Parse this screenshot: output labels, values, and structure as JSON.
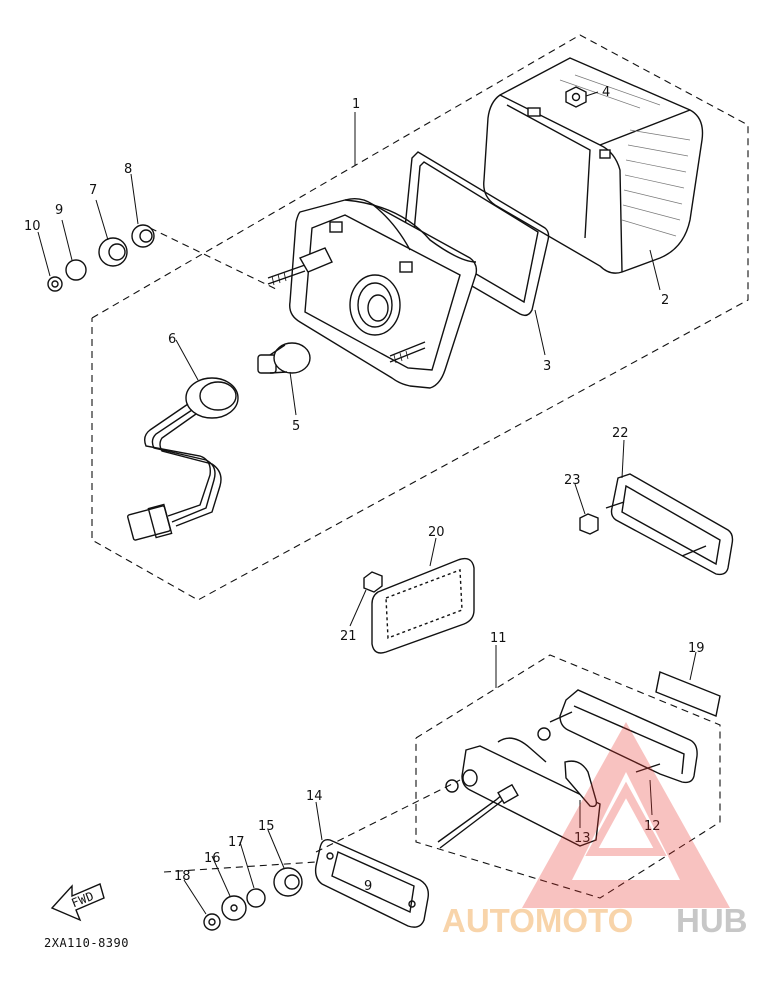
{
  "diagram": {
    "code": "2XA110-8390",
    "fwd_label": "FWD",
    "callouts": {
      "c1": "1",
      "c2": "2",
      "c3": "3",
      "c4": "4",
      "c5": "5",
      "c6": "6",
      "c7": "7",
      "c8": "8",
      "c9": "9",
      "c10": "10",
      "c11": "11",
      "c12": "12",
      "c13": "13",
      "c14": "14",
      "c15": "15",
      "c16": "16",
      "c17": "17",
      "c18": "18",
      "c19": "19",
      "c20": "20",
      "c21": "21",
      "c22": "22",
      "c23": "23"
    },
    "plate_mark": "9"
  },
  "watermark": {
    "part_a": "AUTOMOTO",
    "part_b": "HUB",
    "color_a": "#f4b266",
    "color_b": "#9a9a9a",
    "triangle_color": "#e8352d"
  }
}
